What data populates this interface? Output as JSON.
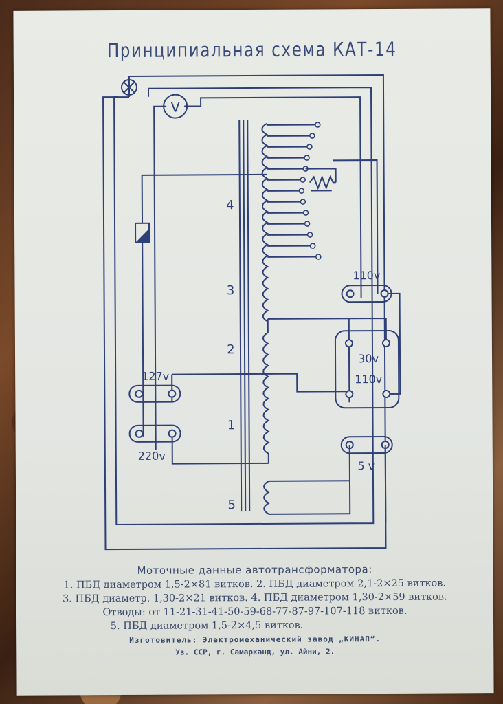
{
  "title": "Принципиальная схема КАТ-14",
  "diagram": {
    "voltmeter_symbol": "V",
    "section_labels": [
      "4",
      "3",
      "2",
      "1",
      "5"
    ],
    "terminal_labels": {
      "t110_top": "110v",
      "t30": "30v",
      "t110_box": "110v",
      "t127": "127v",
      "t220": "220v",
      "t5": "5 v"
    },
    "icons": [
      "lamp-icon",
      "voltmeter-icon",
      "fuse-icon",
      "rheostat-icon",
      "terminal-icon"
    ]
  },
  "caption": {
    "heading": "Моточные данные автотрансформатора:",
    "line1": "1. ПБД диаметром 1,5-2×81 витков. 2. ПБД диаметром 2,1-2×25 витков.",
    "line2": "3. ПБД диаметр. 1,30-2×21 витков. 4. ПБД диаметром 1,30-2×59 витков.",
    "line3": "Отводы: от 11-21-31-41-50-59-68-77-87-97-107-118 витков.",
    "line4": "5. ПБД диаметром 1,5-2×4,5 витков.",
    "maker": "Изготовитель: Электромеханический завод „КИНАП“.",
    "address": "Уз. ССР, г. Самарканд, ул. Айни, 2."
  }
}
